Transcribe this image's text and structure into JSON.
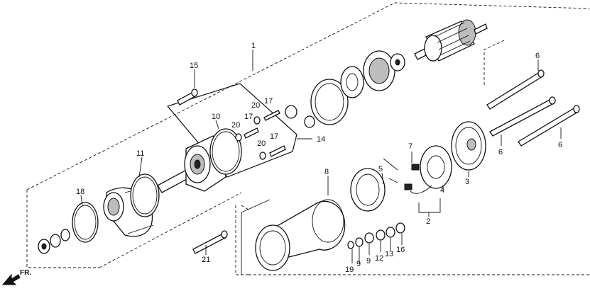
{
  "callouts": {
    "c1": "1",
    "c2": "2",
    "c3": "3",
    "c4": "4",
    "c5": "5",
    "c6a": "6",
    "c6b": "6",
    "c6c": "6",
    "c7": "7",
    "c8": "8",
    "c9a": "9",
    "c9b": "9",
    "c10": "10",
    "c11": "11",
    "c12": "12",
    "c13": "13",
    "c14": "14",
    "c15": "15",
    "c16": "16",
    "c17a": "17",
    "c17b": "17",
    "c17c": "17",
    "c18": "18",
    "c19": "19",
    "c20a": "20",
    "c20b": "20",
    "c20c": "20",
    "c21": "21"
  },
  "direction": {
    "label": "FR."
  }
}
